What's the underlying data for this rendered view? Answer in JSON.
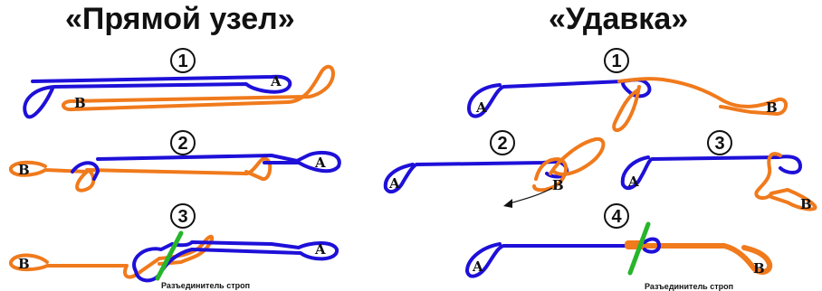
{
  "titles": {
    "left": "«Прямой узел»",
    "right": "«Удавка»"
  },
  "step_numbers": [
    "1",
    "2",
    "3",
    "4"
  ],
  "loop_labels": {
    "a": "A",
    "b": "B"
  },
  "separator_label": "Разъединитель строп",
  "colors": {
    "strap_a": "#1e10d8",
    "strap_b": "#f07a1c",
    "separator": "#27b52a"
  }
}
